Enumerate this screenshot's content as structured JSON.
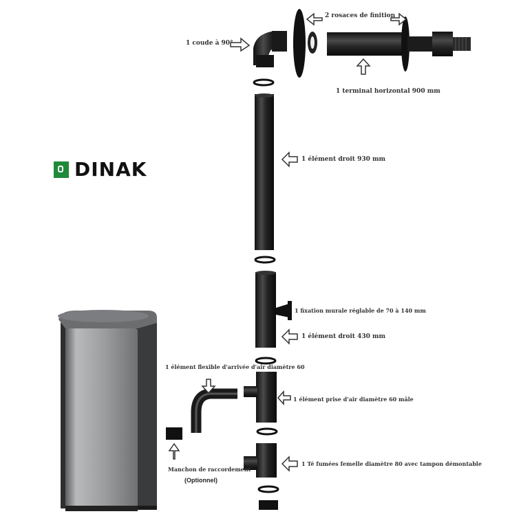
{
  "brand": {
    "name": "DINAK",
    "color": "#1f8a3a"
  },
  "labels": {
    "rosaces": "2 rosaces de finition",
    "coude": "1 coude à 90°",
    "terminal": "1 terminal horizontal 900 mm",
    "element930": "1 élément droit 930 mm",
    "fixation": "1 fixation murale réglable de 70 à 140 mm",
    "element430": "1 élément droit 430 mm",
    "flexible": "1 élément flexible d'arrivée d'air diamètre 60",
    "prise_air": "1 élément prise d'air diamètre 60 mâle",
    "manchon": "Manchon de raccordement",
    "optionnel": "(Optionnel)",
    "te": "1 Té fumées femelle diamètre 80 avec tampon démontable"
  },
  "colors": {
    "pipe": "#1c1c1c",
    "stove_body": "#8f9294",
    "stove_top": "#6b6d6f"
  }
}
